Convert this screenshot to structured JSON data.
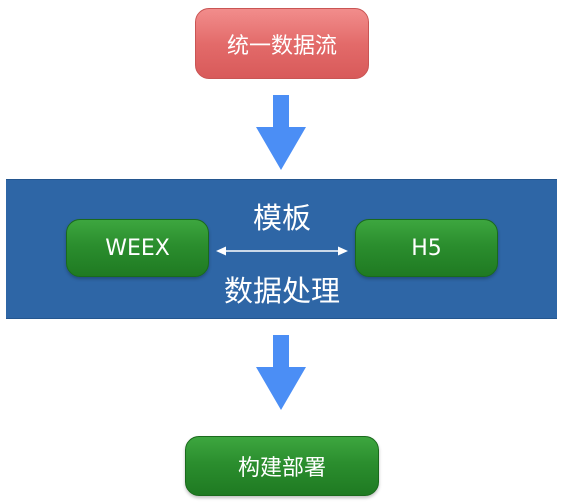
{
  "nodes": {
    "unified_data_flow": "统一数据流",
    "weex": "WEEX",
    "h5": "H5",
    "build_deploy": "构建部署"
  },
  "band": {
    "template_label": "模板",
    "data_processing_label": "数据处理"
  },
  "colors": {
    "arrow": "#4b8ef5",
    "band": "#2e66a6",
    "red_box": "#e36b6a",
    "green_box": "#2b8e2e"
  }
}
